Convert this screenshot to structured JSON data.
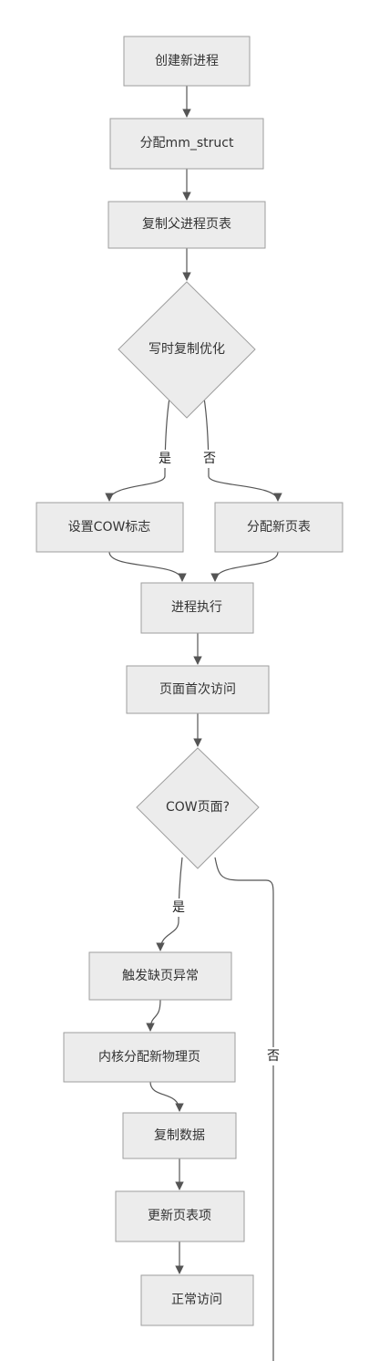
{
  "nodes": {
    "create_process": "创建新进程",
    "alloc_mm_struct": "分配mm_struct",
    "copy_parent_pt": "复制父进程页表",
    "cow_opt": "写时复制优化",
    "set_cow_flag": "设置COW标志",
    "alloc_new_pt": "分配新页表",
    "process_exec": "进程执行",
    "first_access": "页面首次访问",
    "is_cow_page": "COW页面?",
    "page_fault": "触发缺页异常",
    "kernel_alloc": "内核分配新物理页",
    "copy_data": "复制数据",
    "update_pte": "更新页表项",
    "normal_access": "正常访问"
  },
  "edge_labels": {
    "yes_1": "是",
    "no_1": "否",
    "yes_2": "是",
    "no_2": "否"
  }
}
